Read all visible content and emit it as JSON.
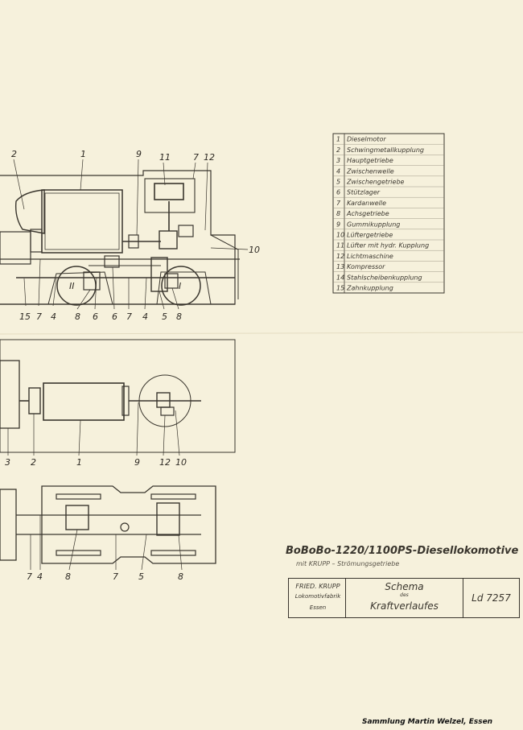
{
  "legend": [
    {
      "no": "1",
      "text": "Dieselmotor"
    },
    {
      "no": "2",
      "text": "Schwingmetallkupplung"
    },
    {
      "no": "3",
      "text": "Hauptgetriebe"
    },
    {
      "no": "4",
      "text": "Zwischenwelle"
    },
    {
      "no": "5",
      "text": "Zwischengetriebe"
    },
    {
      "no": "6",
      "text": "Stützlager"
    },
    {
      "no": "7",
      "text": "Kardanwelle"
    },
    {
      "no": "8",
      "text": "Achsgetriebe"
    },
    {
      "no": "9",
      "text": "Gummikupplung"
    },
    {
      "no": "10",
      "text": "Lüftergetriebe"
    },
    {
      "no": "11",
      "text": "Lüfter mit hydr. Kupplung"
    },
    {
      "no": "12",
      "text": "Lichtmaschine"
    },
    {
      "no": "13",
      "text": "Kompressor"
    },
    {
      "no": "14",
      "text": "Stahlscheibenkupplung"
    },
    {
      "no": "15",
      "text": "Zahnkupplung"
    }
  ],
  "side_view_labels": {
    "top": [
      "2",
      "1",
      "9",
      "11",
      "7",
      "12"
    ],
    "right": "10",
    "bottom": [
      "15",
      "7",
      "4",
      "8",
      "6",
      "6",
      "7",
      "4",
      "5",
      "8"
    ],
    "axles": [
      "II",
      "I"
    ]
  },
  "plan_view_labels": [
    "3",
    "2",
    "1",
    "9",
    "12",
    "10"
  ],
  "bogie_view_labels": [
    "7",
    "4",
    "8",
    "7",
    "5",
    "8"
  ],
  "title": "BoBoBo-1220/1100PS-Diesellokomotive",
  "subtitle": "mit KRUPP – Strömungsgetriebe",
  "title_block": {
    "maker_line1": "FRIED. KRUPP",
    "maker_line2": "Lokomotivfabrik",
    "maker_line3": "Essen",
    "schema": "Schema",
    "des": "des",
    "kraft": "Kraftverlaufes",
    "drawing_no": "Ld 7257"
  },
  "credit": "Sammlung Martin Welzel, Essen"
}
